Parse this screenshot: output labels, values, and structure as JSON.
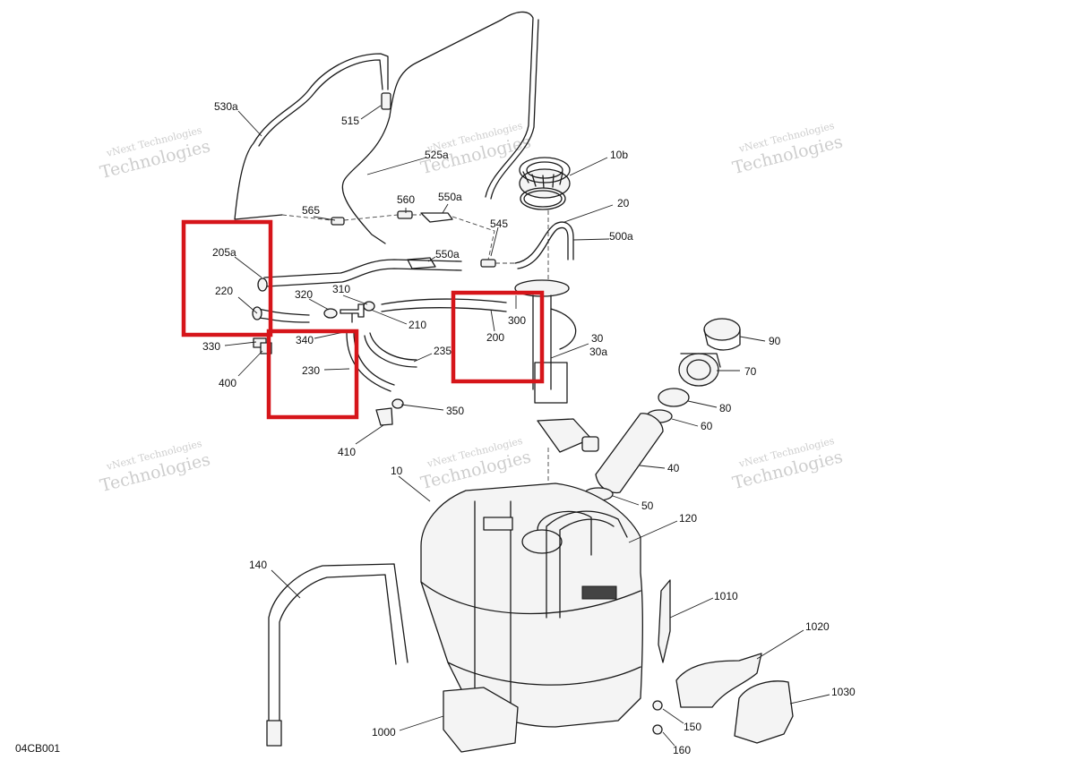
{
  "diagram_code": "04CB001",
  "watermark": {
    "line1": "vNext Technologies",
    "line2": "Technologies"
  },
  "colors": {
    "highlight": "#d6151a",
    "line": "#1a1a1a",
    "watermark": "#bdbdbd"
  },
  "callouts": [
    "530a",
    "515",
    "525a",
    "10b",
    "20",
    "560",
    "550a",
    "565",
    "545",
    "500a",
    "205a",
    "550a",
    "220",
    "320",
    "310",
    "300",
    "210",
    "330",
    "340",
    "200",
    "30",
    "30a",
    "90",
    "70",
    "235",
    "400",
    "230",
    "80",
    "350",
    "60",
    "410",
    "10",
    "40",
    "50",
    "120",
    "140",
    "1010",
    "1020",
    "1030",
    "150",
    "1000",
    "160"
  ],
  "highlighted_parts": [
    "220",
    "230",
    "200"
  ]
}
